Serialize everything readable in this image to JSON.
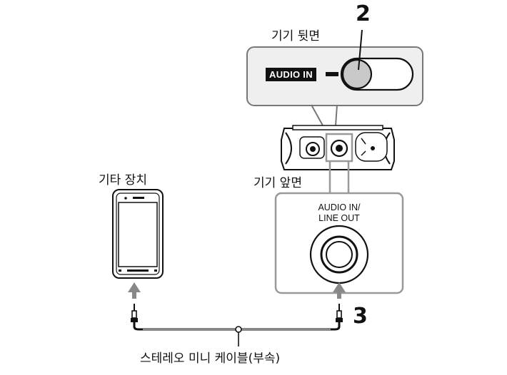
{
  "labels": {
    "rear": "기기 뒷면",
    "front": "기기 앞면",
    "other_device": "기타 장치",
    "cable": "스테레오 미니 케이블(부속)"
  },
  "steps": {
    "step2": "2",
    "step3": "3"
  },
  "rear_panel": {
    "badge": "AUDIO IN"
  },
  "front_panel": {
    "jack_label_line1": "AUDIO IN/",
    "jack_label_line2": "LINE OUT"
  }
}
